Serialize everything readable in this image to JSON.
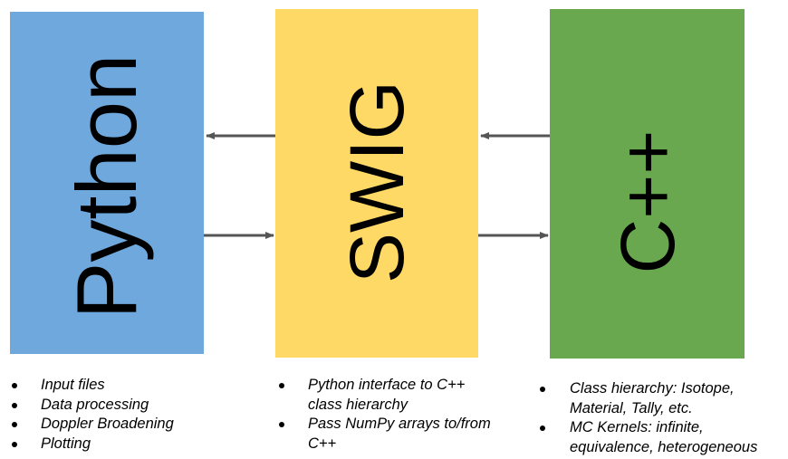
{
  "colors": {
    "python": "#6fa8dc",
    "swig": "#ffd966",
    "cpp": "#6aa84f",
    "arrow": "#555555"
  },
  "boxes": {
    "python": {
      "label": "Python"
    },
    "swig": {
      "label": "SWIG"
    },
    "cpp": {
      "label": "C++"
    }
  },
  "arrows": [
    {
      "from": "swig",
      "to": "python"
    },
    {
      "from": "python",
      "to": "swig"
    },
    {
      "from": "cpp",
      "to": "swig"
    },
    {
      "from": "swig",
      "to": "cpp"
    }
  ],
  "bullets": {
    "python": [
      "Input files",
      "Data processing",
      "Doppler Broadening",
      "Plotting"
    ],
    "swig": [
      "Python interface to C++ class hierarchy",
      "Pass NumPy arrays to/from C++"
    ],
    "cpp": [
      "Class hierarchy: Isotope, Material, Tally, etc.",
      "MC Kernels: infinite, equivalence, heterogeneous"
    ]
  }
}
